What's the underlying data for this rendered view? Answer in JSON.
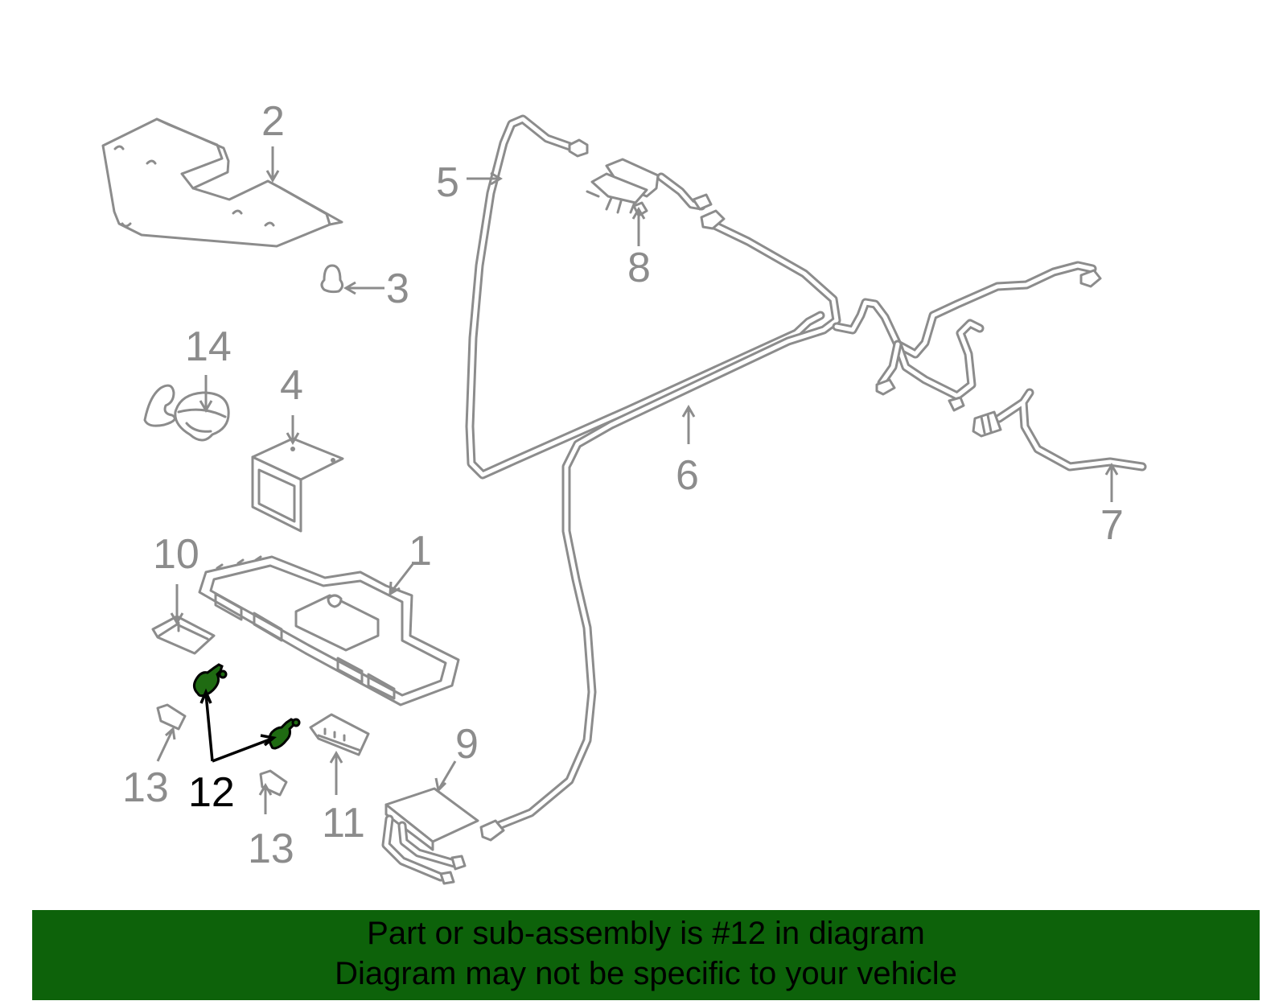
{
  "diagram": {
    "highlight_color": "#1f6b12",
    "callouts": [
      {
        "id": "1",
        "label": "1"
      },
      {
        "id": "2",
        "label": "2"
      },
      {
        "id": "3",
        "label": "3"
      },
      {
        "id": "4",
        "label": "4"
      },
      {
        "id": "5",
        "label": "5"
      },
      {
        "id": "6",
        "label": "6"
      },
      {
        "id": "7",
        "label": "7"
      },
      {
        "id": "8",
        "label": "8"
      },
      {
        "id": "9",
        "label": "9"
      },
      {
        "id": "10",
        "label": "10"
      },
      {
        "id": "11",
        "label": "11"
      },
      {
        "id": "12",
        "label": "12",
        "highlighted": true
      },
      {
        "id": "13a",
        "label": "13"
      },
      {
        "id": "13b",
        "label": "13"
      },
      {
        "id": "14",
        "label": "14"
      }
    ]
  },
  "banner": {
    "background": "#0d620a",
    "line1": "Part or sub-assembly is #12 in diagram",
    "line2": "Diagram may not be specific to your vehicle"
  }
}
